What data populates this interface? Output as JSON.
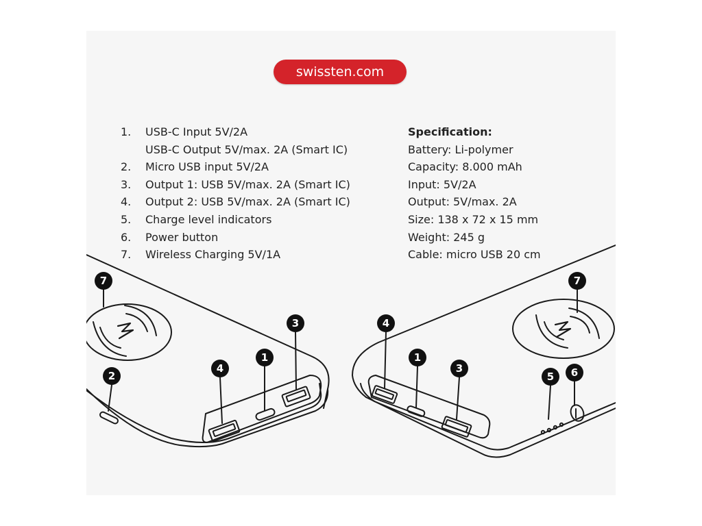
{
  "website": "swissten.com",
  "legend": [
    {
      "num": "1.",
      "lines": [
        "USB-C Input 5V/2A",
        "USB-C Output 5V/max. 2A (Smart IC)"
      ]
    },
    {
      "num": "2.",
      "lines": [
        "Micro USB input 5V/2A"
      ]
    },
    {
      "num": "3.",
      "lines": [
        "Output 1: USB 5V/max. 2A (Smart IC)"
      ]
    },
    {
      "num": "4.",
      "lines": [
        "Output 2: USB 5V/max. 2A (Smart IC)"
      ]
    },
    {
      "num": "5.",
      "lines": [
        "Charge level indicators"
      ]
    },
    {
      "num": "6.",
      "lines": [
        "Power button"
      ]
    },
    {
      "num": "7.",
      "lines": [
        "Wireless Charging 5V/1A"
      ]
    }
  ],
  "specification": {
    "heading": "Specification:",
    "items": [
      "Battery: Li-polymer",
      "Capacity: 8.000 mAh",
      "Input: 5V/2A",
      "Output: 5V/max. 2A",
      "Size: 138 x 72 x 15 mm",
      "Weight: 245 g",
      "Cable: micro USB 20 cm"
    ]
  },
  "callouts": {
    "left": [
      "7",
      "2",
      "4",
      "1",
      "3"
    ],
    "right": [
      "4",
      "1",
      "3",
      "7",
      "5",
      "6"
    ]
  },
  "colors": {
    "brand_red": "#d4232a",
    "line": "#1a1a1a",
    "panel": "#f6f6f6"
  }
}
